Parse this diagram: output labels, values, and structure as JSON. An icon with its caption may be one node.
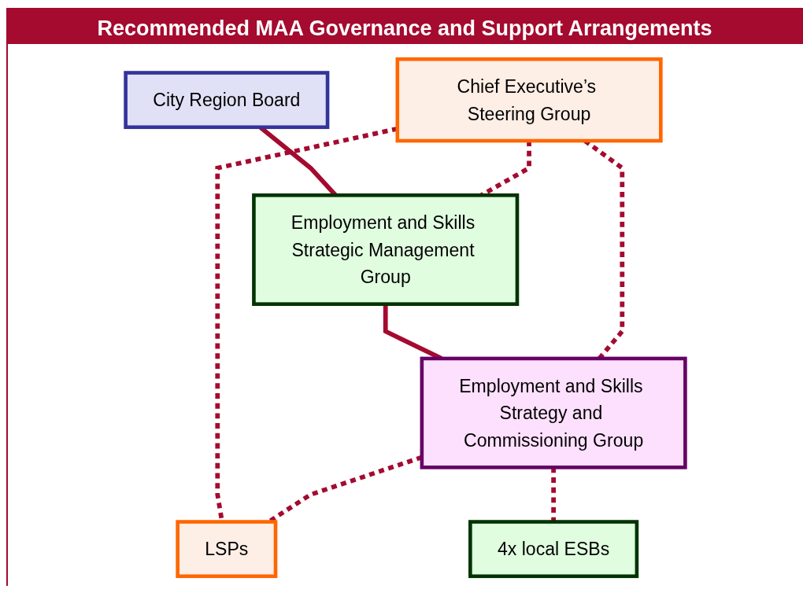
{
  "diagram": {
    "title": "Recommended MAA Governance and Support Arrangements",
    "nodes": [
      {
        "text": [
          "City Region Board"
        ]
      },
      {
        "text": [
          "Chief Executive’s Steering Group"
        ]
      },
      {
        "text": [
          "Employment and Skills Strategic Management Group"
        ]
      },
      {
        "text": [
          "Employment and Skills Strategy and Commissioning Group"
        ]
      },
      {
        "text": [
          "LSPs"
        ]
      },
      {
        "text": [
          "4x local ESBs"
        ]
      }
    ],
    "edges": [
      {
        "from": 0,
        "to": 2,
        "arrow": "none"
      },
      {
        "from": 1,
        "to": 2,
        "arrow": "none",
        "style": "dashed"
      },
      {
        "from": 2,
        "to": 3,
        "arrow": "none"
      },
      {
        "from": 1,
        "to": 3,
        "arrow": "none",
        "style": "dashed"
      },
      {
        "from": 1,
        "to": 4,
        "arrow": "none",
        "style": "dashed"
      },
      {
        "from": 3,
        "to": 4,
        "arrow": "none",
        "style": "dashed"
      },
      {
        "from": 3,
        "to": 5,
        "arrow": "none",
        "style": "dashed"
      }
    ]
  }
}
